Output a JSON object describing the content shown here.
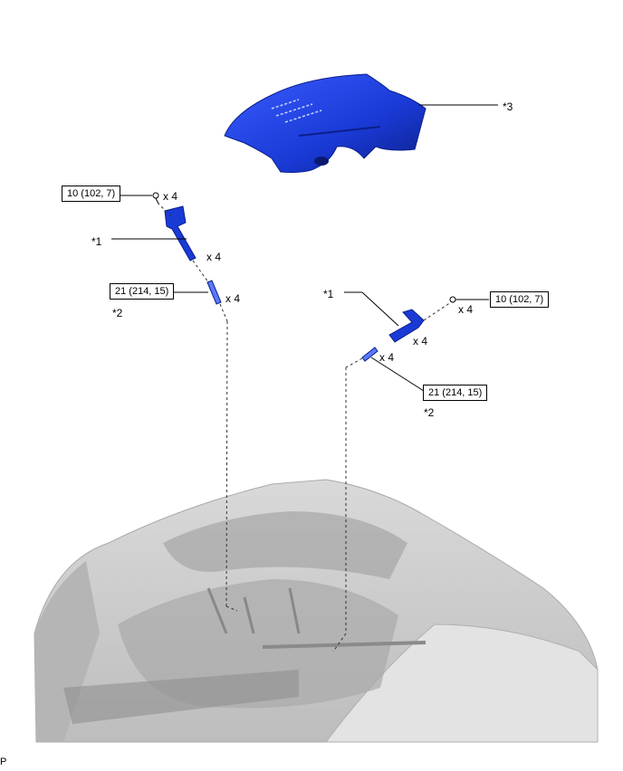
{
  "callouts": {
    "c3": "*3",
    "c1_left": "*1",
    "c2_left": "*2",
    "c1_right": "*1",
    "c2_right": "*2"
  },
  "torques": {
    "bolt_left": "10 (102, 7)",
    "plug_left": "21 (214, 15)",
    "bolt_right": "10 (102, 7)",
    "plug_right": "21 (214, 15)"
  },
  "quantities": {
    "q_bolt_left": "x 4",
    "q_coil_left": "x 4",
    "q_plug_left": "x 4",
    "q_bolt_right": "x 4",
    "q_coil_right": "x 4",
    "q_plug_right": "x 4"
  },
  "footer": {
    "code": "P"
  },
  "colors": {
    "part_blue": "#1a3ad6",
    "part_blue_dark": "#0b1f8a",
    "engine_gray": "#c8c8c8"
  }
}
